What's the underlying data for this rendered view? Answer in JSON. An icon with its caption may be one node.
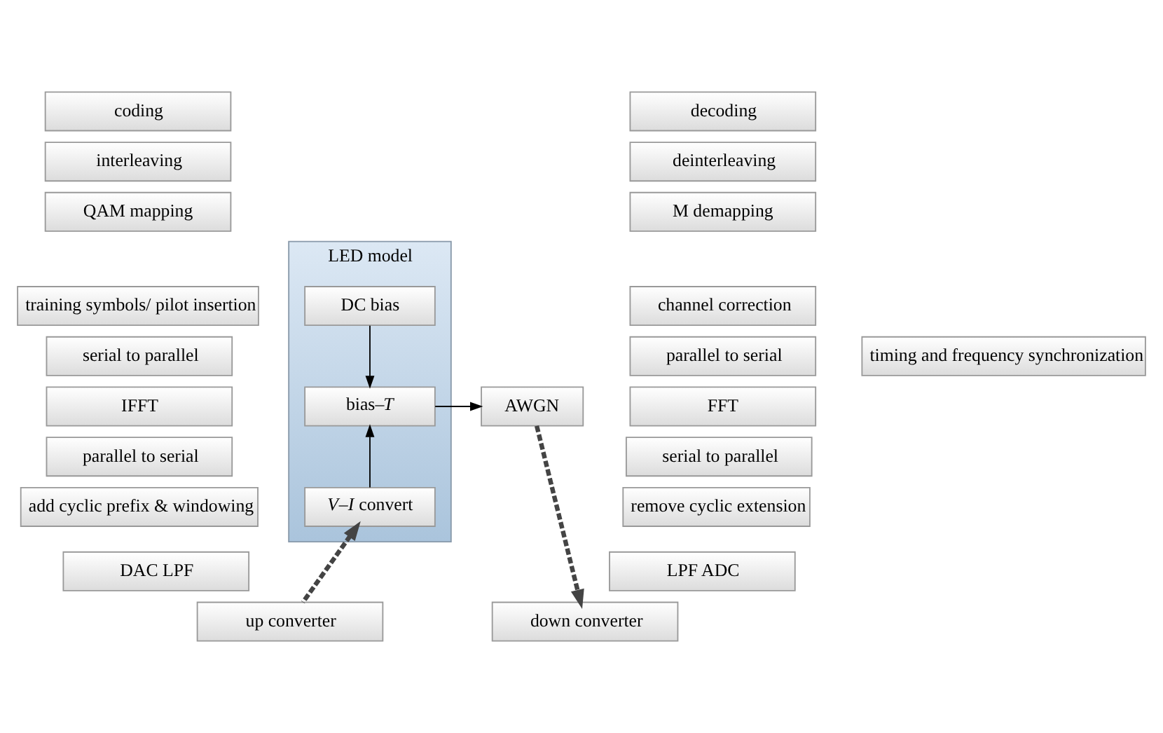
{
  "diagram": {
    "nodes": [
      {
        "text": [
          "coding"
        ]
      },
      {
        "text": [
          "interleaving"
        ]
      },
      {
        "text": [
          "QAM mapping"
        ]
      },
      {
        "text": [
          "training symbols/ pilot insertion"
        ]
      },
      {
        "text": [
          "serial to parallel"
        ]
      },
      {
        "text": [
          "IFFT"
        ]
      },
      {
        "text": [
          "parallel to serial"
        ]
      },
      {
        "text": [
          "add cyclic prefix & windowing"
        ]
      },
      {
        "text": [
          "DAC LPF"
        ]
      },
      {
        "text": [
          "up converter"
        ]
      },
      {
        "text": [
          "LED model"
        ]
      },
      {
        "text": [
          "DC bias"
        ],
        "in": 10
      },
      {
        "text": [
          "bias–*T*"
        ],
        "in": 10
      },
      {
        "text": [
          "*V*–*I* convert"
        ],
        "in": 10
      },
      {
        "text": [
          "AWGN"
        ]
      },
      {
        "text": [
          "decoding"
        ]
      },
      {
        "text": [
          "deinterleaving"
        ]
      },
      {
        "text": [
          "M demapping"
        ]
      },
      {
        "text": [
          "channel correction"
        ]
      },
      {
        "text": [
          "parallel to serial"
        ]
      },
      {
        "text": [
          "FFT"
        ]
      },
      {
        "text": [
          "serial to parallel"
        ]
      },
      {
        "text": [
          "remove cyclic extension"
        ]
      },
      {
        "text": [
          "LPF ADC"
        ]
      },
      {
        "text": [
          "down converter"
        ]
      },
      {
        "text": [
          "timing and frequency synchronization"
        ]
      }
    ],
    "edges": [
      {
        "from": 11,
        "to": 12,
        "arrow": "to"
      },
      {
        "from": 13,
        "to": 12,
        "arrow": "to"
      },
      {
        "from": 12,
        "to": 14,
        "arrow": "to"
      },
      {
        "from": 9,
        "to": 13,
        "arrow": "to",
        "style": "dashed"
      },
      {
        "from": 14,
        "to": 24,
        "arrow": "to",
        "style": "dashed"
      }
    ]
  }
}
